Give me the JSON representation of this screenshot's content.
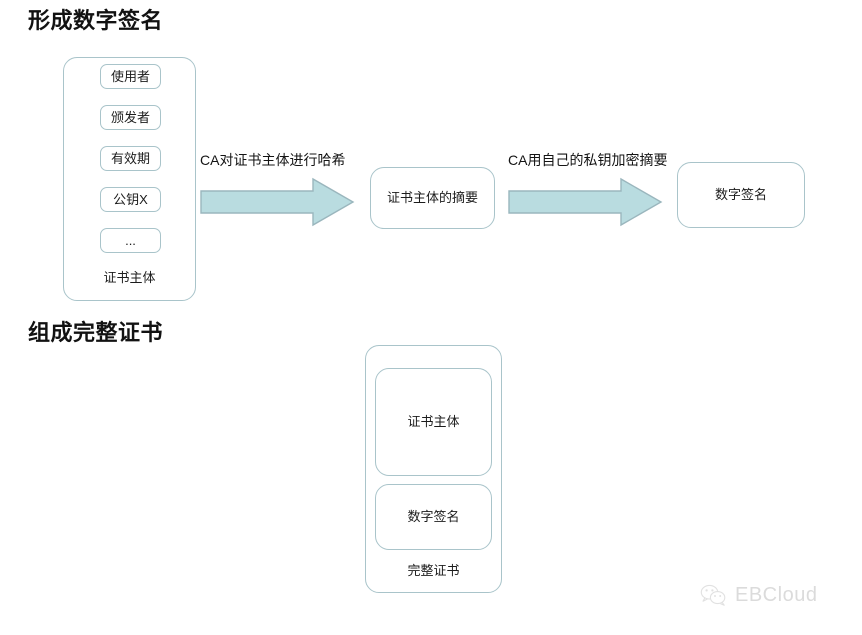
{
  "sections": [
    {
      "title": "形成数字签名"
    },
    {
      "title": "组成完整证书"
    }
  ],
  "cert_subject": {
    "caption": "证书主体",
    "fields": [
      {
        "label": "使用者"
      },
      {
        "label": "颁发者"
      },
      {
        "label": "有效期"
      },
      {
        "label": "公钥X"
      },
      {
        "label": "..."
      }
    ]
  },
  "flow": {
    "arrow_1_label": "CA对证书主体进行哈希",
    "digest_box_label": "证书主体的摘要",
    "arrow_2_label": "CA用自己的私钥加密摘要",
    "signature_box_label": "数字签名"
  },
  "full_cert": {
    "caption": "完整证书",
    "parts": [
      {
        "label": "证书主体"
      },
      {
        "label": "数字签名"
      }
    ]
  },
  "watermark": {
    "text": "EBCloud",
    "icon": "wechat-icon"
  },
  "colors": {
    "box_border": "#a9c4ca",
    "arrow_fill": "#b9dce0",
    "arrow_border": "#9ab6bd",
    "text": "#1a1a1a",
    "watermark_text": "#c6c6c6",
    "background": "#ffffff"
  }
}
